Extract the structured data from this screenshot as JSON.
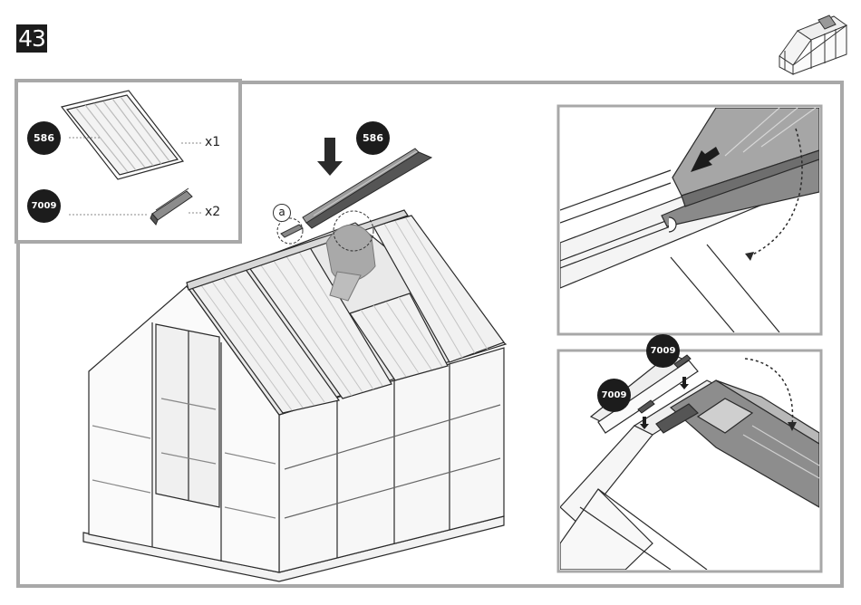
{
  "step": {
    "number": "43"
  },
  "parts": [
    {
      "code": "586",
      "quantity": "x1"
    },
    {
      "code": "7009",
      "quantity": "x2"
    }
  ],
  "main": {
    "panel_badge": "586",
    "callout_label": "a"
  },
  "detail_bottom": {
    "badge_top": "7009",
    "badge_left": "7009"
  },
  "colors": {
    "panel_border": "#a8a8a8",
    "badge": "#1c1c1c",
    "line": "#2a2a2a",
    "shade": "#9a9a9a"
  }
}
